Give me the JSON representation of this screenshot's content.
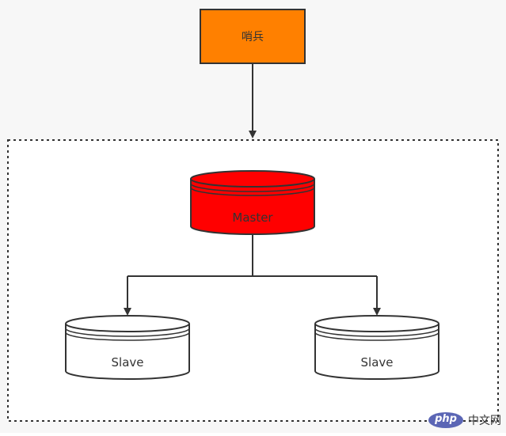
{
  "nodes": {
    "sentinel": {
      "label": "哨兵",
      "color": "#ff8000"
    },
    "master": {
      "label": "Master",
      "color": "#ff0000"
    },
    "slave_left": {
      "label": "Slave",
      "color": "#ffffff"
    },
    "slave_right": {
      "label": "Slave",
      "color": "#ffffff"
    }
  },
  "watermark": {
    "logo": "php",
    "text": "中文网"
  },
  "colors": {
    "stroke": "#333333",
    "background": "#f7f7f7"
  }
}
